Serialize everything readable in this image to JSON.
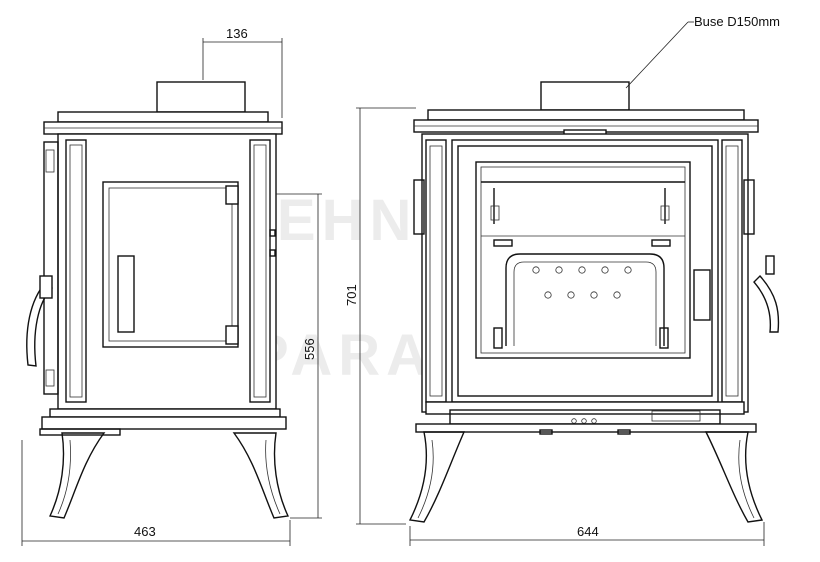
{
  "watermark": {
    "line1": "SANTEHNIKAS",
    "line2": "PARADIZE.LV"
  },
  "side_view": {
    "dim_width": "463",
    "dim_flue_offset": "136",
    "dim_flue_height": "556"
  },
  "front_view": {
    "dim_width": "644",
    "dim_height": "701",
    "flue_label": "Buse D150mm"
  }
}
